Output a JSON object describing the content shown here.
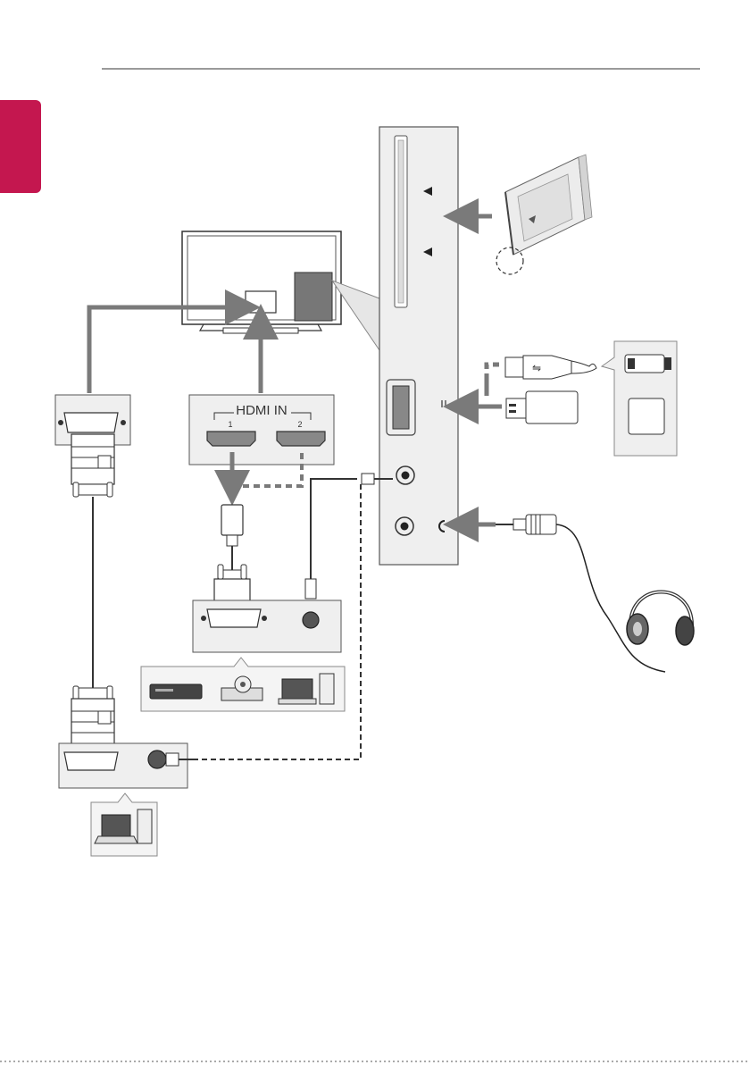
{
  "page": {
    "accent_color": "#c4174f"
  },
  "diagram": {
    "hdmi_panel": {
      "title": "HDMI IN",
      "port1": "1",
      "port2": "2"
    },
    "icons": {
      "usb": "usb-icon",
      "headphone_jack": "headphone-jack-icon",
      "headphones": "headphones-icon",
      "ci_module": "ci-card-icon",
      "dvd_player": "dvd-player-icon",
      "projector": "projector-icon",
      "pc": "desktop-pc-icon",
      "laptop": "laptop-icon"
    },
    "colors": {
      "arrow": "#7a7a7a",
      "panel": "#efefef",
      "stroke": "#333333"
    }
  }
}
